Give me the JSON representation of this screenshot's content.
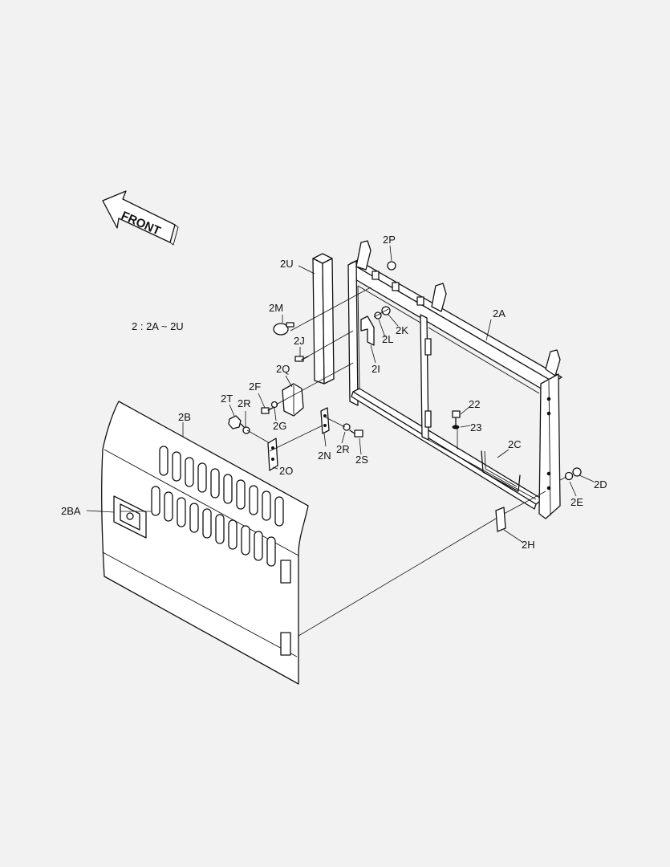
{
  "diagram": {
    "assembly_note": "2 : 2A ~ 2U",
    "direction_label": "FRONT",
    "callouts": {
      "c2A": "2A",
      "c2B": "2B",
      "c2BA": "2BA",
      "c2C": "2C",
      "c2D": "2D",
      "c2E": "2E",
      "c2F": "2F",
      "c2G": "2G",
      "c2H": "2H",
      "c2I": "2I",
      "c2J": "2J",
      "c2K": "2K",
      "c2L": "2L",
      "c2M": "2M",
      "c2N": "2N",
      "c2O": "2O",
      "c2P": "2P",
      "c2Q": "2Q",
      "c2R1": "2R",
      "c2R2": "2R",
      "c2S": "2S",
      "c2T": "2T",
      "c2U": "2U",
      "c22": "22",
      "c23": "23"
    }
  }
}
